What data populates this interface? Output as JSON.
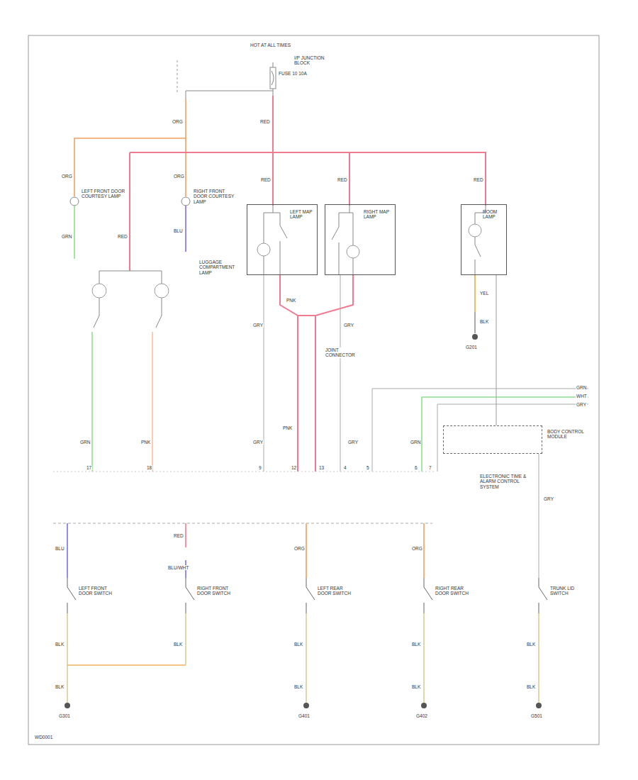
{
  "diagram": {
    "nodes": [
      {
        "text": [
          "LEFT MAP LAMP"
        ]
      },
      {
        "text": [
          "RIGHT MAP LAMP"
        ]
      },
      {
        "text": [
          "ROOM LAMP"
        ]
      },
      {
        "text": [
          "BODY CONTROL MODULE"
        ]
      }
    ],
    "edges": [
      {
        "from": 2,
        "to": 3,
        "arrow": "none"
      }
    ],
    "labels": [
      "HOT AT ALL TIMES",
      "FUSE 10 10A",
      "I/P JUNCTION BLOCK",
      "ORG",
      "RED",
      "ORG",
      "LEFT FRONT DOOR COURTESY LAMP",
      "GRN",
      "ORG",
      "RIGHT FRONT DOOR COURTESY LAMP",
      "BLU",
      "RED",
      "LUGGAGE COMPARTMENT LAMP",
      "RED",
      "RED",
      "RED",
      "PNK",
      "JOINT CONNECTOR",
      "GRY",
      "GRY",
      "YEL",
      "BLK",
      "G201",
      "GRN",
      "PNK",
      "GRY",
      "PNK",
      "GRY",
      "GRN",
      "GRY",
      "ELECTRONIC TIME & ALARM CONTROL SYSTEM",
      "17",
      "18",
      "9",
      "12",
      "13",
      "4",
      "5",
      "6",
      "7",
      "GRN",
      "WHT",
      "GRY",
      "BLU",
      "RED",
      "BLU/WHT",
      "ORG",
      "ORG",
      "LEFT FRONT DOOR SWITCH",
      "RIGHT FRONT DOOR SWITCH",
      "LEFT REAR DOOR SWITCH",
      "RIGHT REAR DOOR SWITCH",
      "TRUNK LID SWITCH",
      "BLK",
      "BLK",
      "BLK",
      "BLK",
      "BLK",
      "BLK",
      "BLK",
      "BLK",
      "BLK",
      "G301",
      "G401",
      "G402",
      "G501",
      "WD0001"
    ]
  }
}
